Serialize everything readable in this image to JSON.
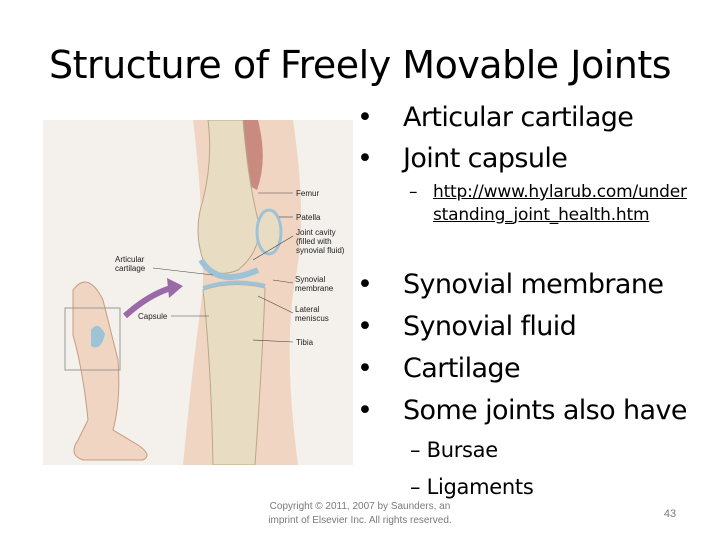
{
  "title": "Structure of Freely Movable Joints",
  "figure": {
    "labels": {
      "femur": "Femur",
      "patella": "Patella",
      "joint_cavity_1": "Joint cavity",
      "joint_cavity_2": "(filled with",
      "joint_cavity_3": "synovial fluid)",
      "articular_1": "Articular",
      "articular_2": "cartilage",
      "capsule": "Capsule",
      "synovial_1": "Synovial",
      "synovial_2": "membrane",
      "lateral_1": "Lateral",
      "lateral_2": "meniscus",
      "tibia": "Tibia"
    }
  },
  "bullets": {
    "bullet_char": "•",
    "dash_char": "–",
    "articular_cartilage": "Articular cartilage",
    "joint_capsule": "Joint capsule",
    "link": "http://www.hylarub.com/understanding_joint_health.htm",
    "synovial_membrane": "Synovial membrane",
    "synovial_fluid": "Synovial fluid",
    "cartilage": "Cartilage",
    "some_joints": "Some joints also have",
    "bursae": "Bursae",
    "ligaments": "Ligaments"
  },
  "footer": {
    "copyright_line1": "Copyright © 2011, 2007 by Saunders, an",
    "copyright_line2": "imprint of Elsevier Inc. All rights reserved.",
    "page_number": "43"
  },
  "colors": {
    "bone": "#e8dcc2",
    "cartilage": "#9fc3d6",
    "muscle": "#c98a80",
    "skin": "#f0d5c2",
    "arrow": "#9a6aa8"
  }
}
